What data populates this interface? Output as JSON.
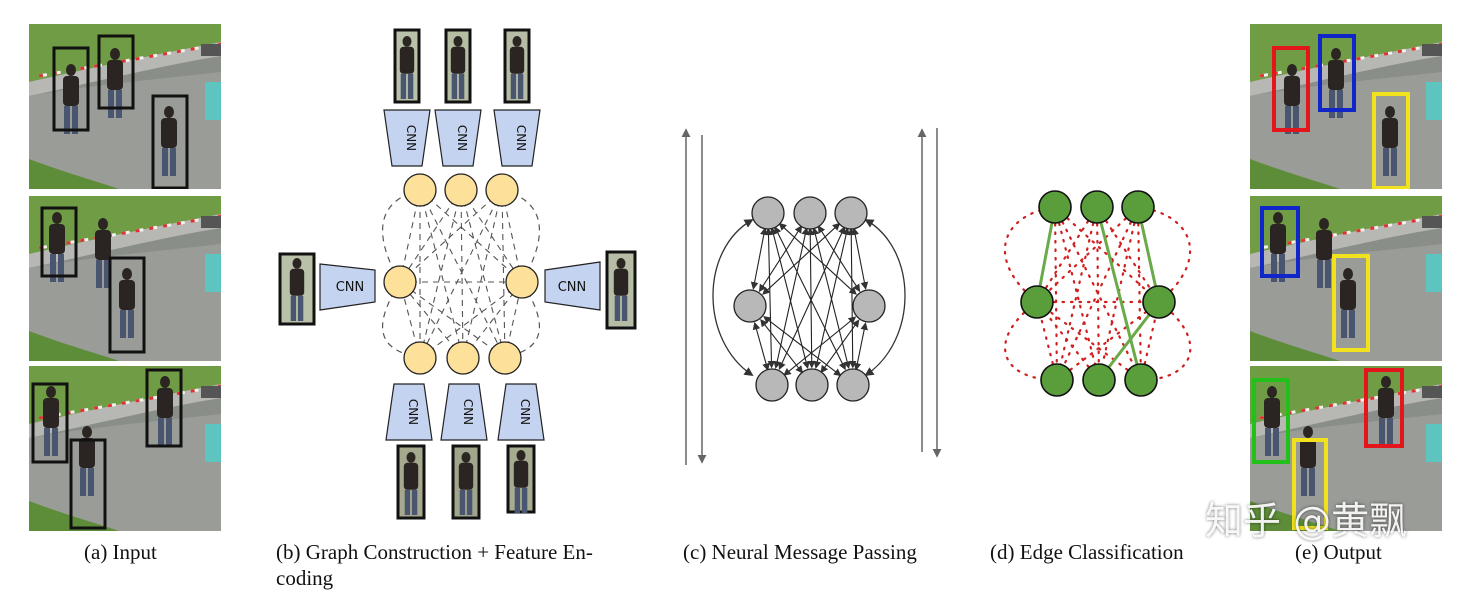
{
  "captions": {
    "a": "(a) Input",
    "b_line1": "(b) Graph Construction + Feature En-",
    "b_line2": "coding",
    "c": "(c) Neural Message Passing",
    "d": "(d) Edge Classification",
    "e": "(e) Output"
  },
  "cnn_label": "CNN",
  "watermark": "知乎 @黄飘",
  "colors": {
    "node_feature": "#fde09a",
    "node_gray": "#b8b8b8",
    "node_green": "#5a9e3c",
    "cnn_fill": "#c4d3f0",
    "edge_active": "#6aaa4a",
    "edge_dropped": "#d11f1f",
    "box_red": "#e3161c",
    "box_blue": "#1126c8",
    "box_yellow": "#f2e21d",
    "box_green": "#23c01c"
  }
}
